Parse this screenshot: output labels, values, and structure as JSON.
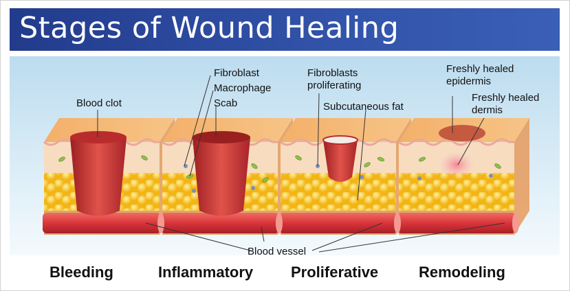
{
  "title": "Stages of Wound Healing",
  "labels": {
    "blood_clot": "Blood clot",
    "fibroblast": "Fibroblast",
    "macrophage": "Macrophage",
    "scab": "Scab",
    "fibroblasts_proliferating_1": "Fibroblasts",
    "fibroblasts_proliferating_2": "proliferating",
    "subcutaneous_fat": "Subcutaneous fat",
    "freshly_healed_epidermis_1": "Freshly healed",
    "freshly_healed_epidermis_2": "epidermis",
    "freshly_healed_dermis_1": "Freshly healed",
    "freshly_healed_dermis_2": "dermis",
    "blood_vessel": "Blood vessel"
  },
  "stages": [
    "Bleeding",
    "Inflammatory",
    "Proliferative",
    "Remodeling"
  ],
  "colors": {
    "banner": "#2a4796",
    "epidermis": "#f0a060",
    "dermis": "#f6d7b8",
    "fat": "#f6c21f",
    "vessel": "#d9353a",
    "clot": "#c0322e",
    "sky": "#cfe6f3"
  }
}
